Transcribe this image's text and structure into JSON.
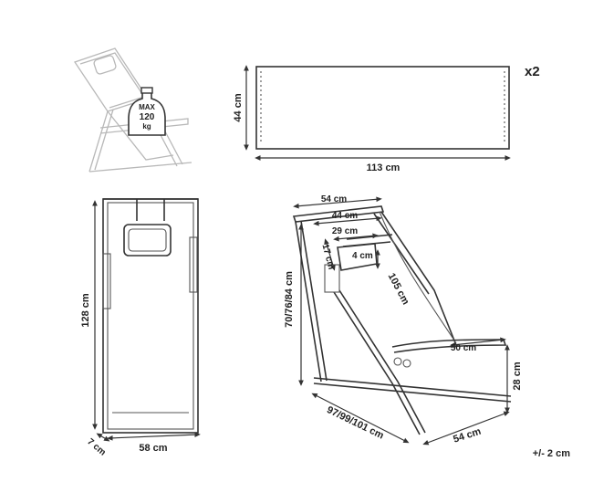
{
  "overview": {
    "max_label": "MAX",
    "max_value": "120",
    "max_unit": "kg"
  },
  "fabric": {
    "height_label": "44 cm",
    "width_label": "113 cm",
    "quantity_label": "x2"
  },
  "front_view": {
    "height_label": "128 cm",
    "width_label": "58 cm",
    "depth_label": "7 cm"
  },
  "side_view": {
    "top_width_label": "54 cm",
    "inner_width_label": "44 cm",
    "pillow_width_label": "29 cm",
    "pillow_height_label": "17 cm",
    "pillow_depth_label": "4 cm",
    "fabric_length_label": "105 cm",
    "seat_height_label": "70/76/84 cm",
    "bar_label": "50 cm",
    "bar_height_label": "28 cm",
    "depth_label": "97/99/101 cm",
    "base_width_label": "54 cm"
  },
  "tolerance_label": "+/- 2 cm"
}
